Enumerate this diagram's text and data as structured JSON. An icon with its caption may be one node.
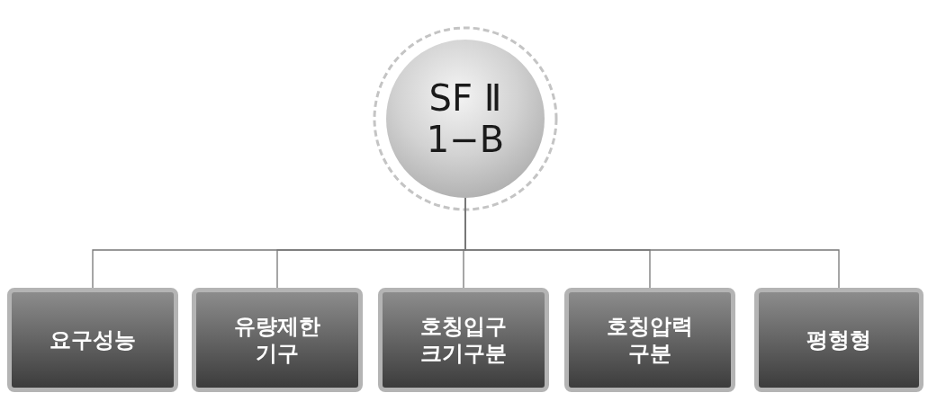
{
  "diagram": {
    "nodes": [
      {
        "text": [
          "SF Ⅱ 1−B"
        ]
      },
      {
        "text": [
          "요구성능"
        ]
      },
      {
        "text": [
          "유량제한 기구"
        ]
      },
      {
        "text": [
          "호칭입구 크기구분"
        ]
      },
      {
        "text": [
          "호칭압력 구분"
        ]
      },
      {
        "text": [
          "평형형"
        ]
      }
    ],
    "edges": [
      {
        "from": 0,
        "to": 1,
        "arrow": "none"
      },
      {
        "from": 0,
        "to": 2,
        "arrow": "none"
      },
      {
        "from": 0,
        "to": 3,
        "arrow": "none"
      },
      {
        "from": 0,
        "to": 4,
        "arrow": "none"
      },
      {
        "from": 0,
        "to": 5,
        "arrow": "none"
      }
    ]
  }
}
